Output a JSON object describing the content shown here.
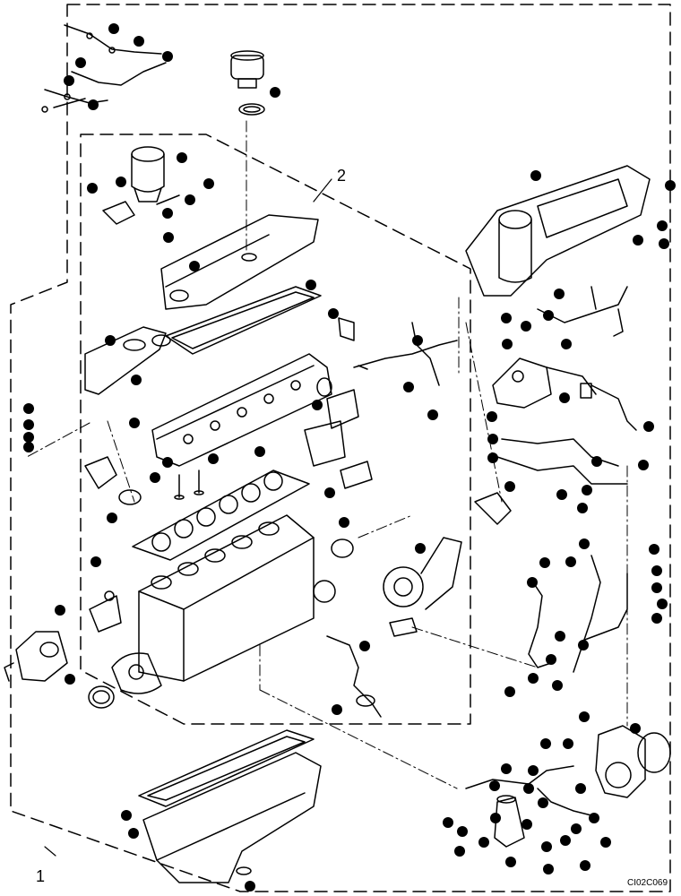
{
  "callouts": [
    {
      "id": "assembly-1",
      "text": "1"
    },
    {
      "id": "assembly-2",
      "text": "2"
    }
  ],
  "drawing_code": "CI02C069"
}
